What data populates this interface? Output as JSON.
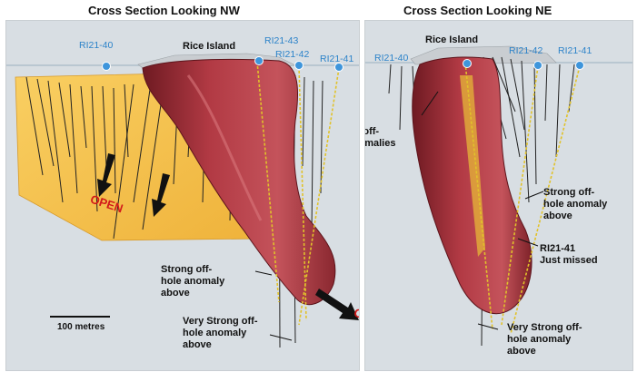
{
  "left_panel": {
    "title": "Cross Section Looking NW",
    "location_label": "Rice Island",
    "holes": [
      "RI21-40",
      "RI21-43",
      "RI21-42",
      "RI21-41"
    ],
    "open_labels": [
      "OPEN",
      "OPEN"
    ],
    "annotations": [
      "Strong off-\nhole anomaly\nabove",
      "Very Strong off-\nhole anomaly\nabove"
    ],
    "scale_bar": "100 metres"
  },
  "right_panel": {
    "title": "Cross Section Looking NE",
    "location_label": "Rice Island",
    "holes": [
      "RI21-40",
      "RI21-42",
      "RI21-41"
    ],
    "annotations": [
      "Mod-str off-\nhole anomalies\nbelow",
      "Strong off-\nhole anomaly\nabove",
      "RI21-41\nJust missed",
      "Very Strong off-\nhole anomaly\nabove"
    ]
  },
  "colors": {
    "orebody": "#b03a42",
    "orebody_dark": "#7a2128",
    "plane": "#f5c04a",
    "hole_marker": "#2b82c9",
    "open_text": "#d21a1a"
  }
}
